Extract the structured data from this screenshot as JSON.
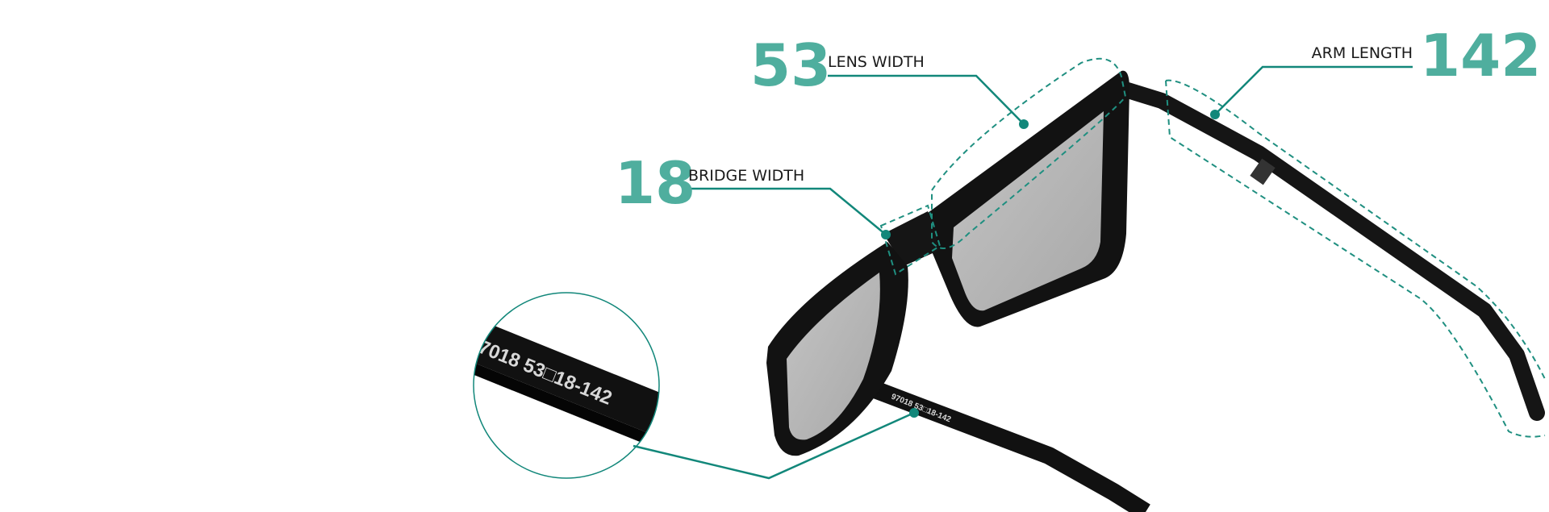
{
  "measurements": {
    "lens": {
      "value": "53",
      "label": "LENS WIDTH"
    },
    "bridge": {
      "value": "18",
      "label": "BRIDGE WIDTH"
    },
    "arm": {
      "value": "142",
      "label": "ARM LENGTH"
    }
  },
  "engraving": {
    "text": "97018 53□18-142"
  },
  "colors": {
    "accent": "#4fae9e",
    "leader": "#12877a",
    "frame": "#111111",
    "lens": "#b4b4b4"
  }
}
